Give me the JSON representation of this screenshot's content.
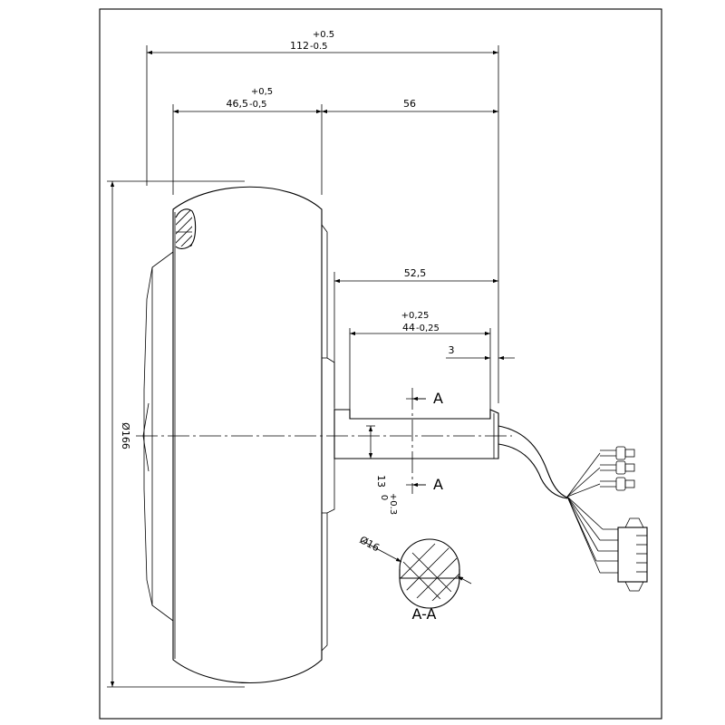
{
  "dimensions": {
    "overall_length": "112",
    "overall_tol_upper": "+0.5",
    "overall_tol_lower": "-0.5",
    "hub_width": "46,5",
    "hub_tol_upper": "+0,5",
    "hub_tol_lower": "-0,5",
    "shaft_length": "56",
    "shaft_exposed": "52,5",
    "flat_length": "44",
    "flat_tol_upper": "+0,25",
    "flat_tol_lower": "-0,25",
    "end_offset": "3",
    "diameter": "Ø166",
    "flat_width": "13",
    "flat_width_tol_upper": "+0.3",
    "flat_width_tol_lower": "0",
    "shaft_diameter": "Ø16"
  },
  "section": {
    "cut_label": "A",
    "view_label": "A-A"
  }
}
